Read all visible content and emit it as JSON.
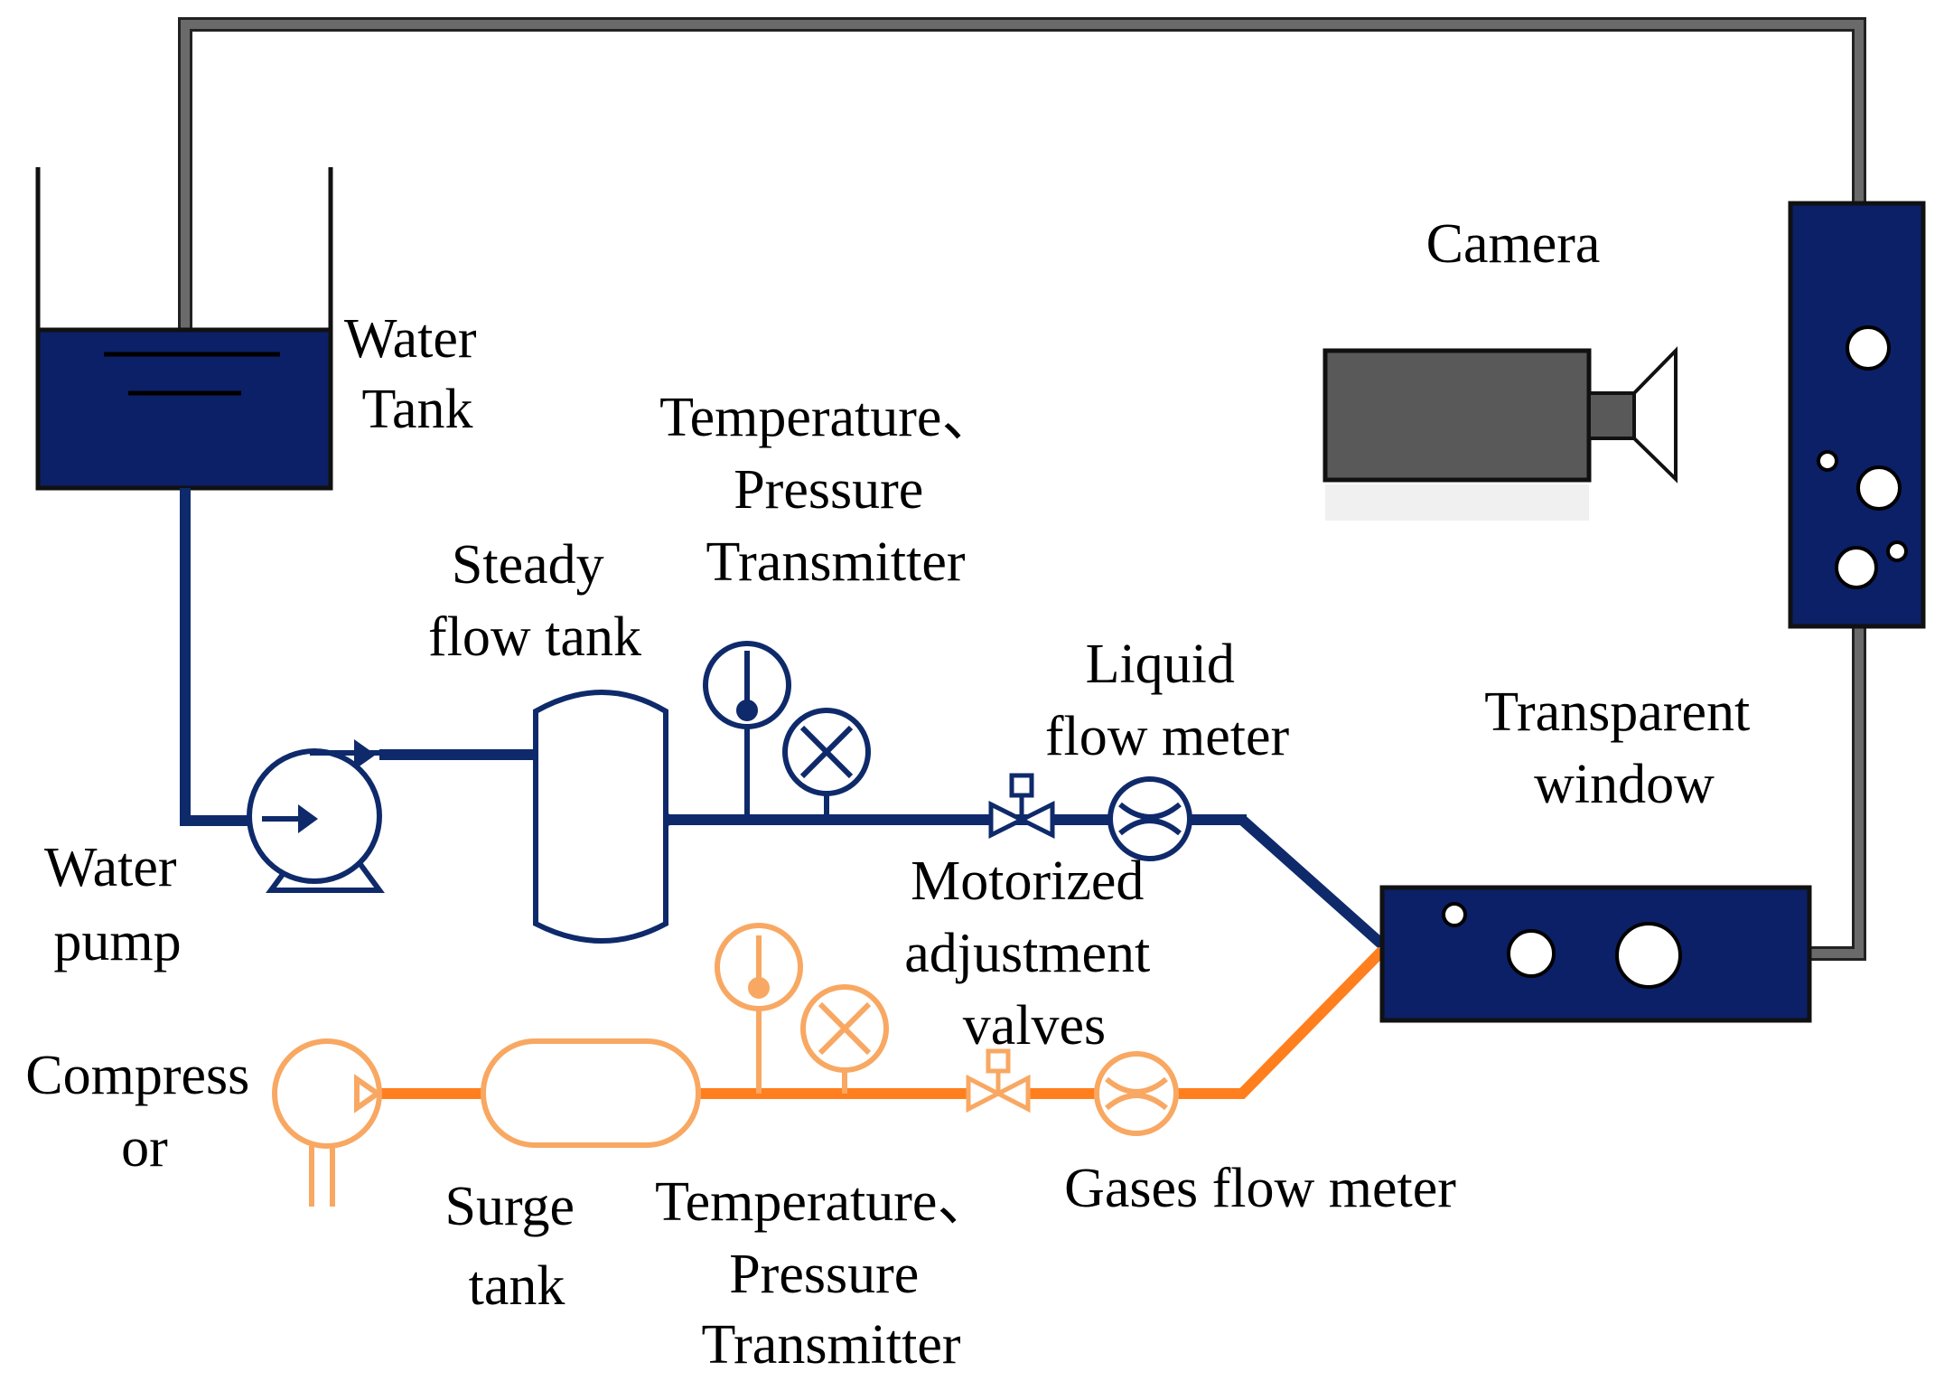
{
  "labels": {
    "water_tank": [
      "Water",
      "Tank"
    ],
    "water_pump": [
      "Water",
      "pump"
    ],
    "steady_flow_tank": [
      "Steady",
      "flow tank"
    ],
    "liquid_tp_transmitter": [
      "Temperature、",
      "Pressure",
      "Transmitter"
    ],
    "liquid_flow_meter": [
      "Liquid",
      "flow meter"
    ],
    "motorized_valves": [
      "Motorized",
      "adjustment",
      "valves"
    ],
    "camera": "Camera",
    "transparent_window": [
      "Transparent",
      "window"
    ],
    "compressor": [
      "Compress",
      "or"
    ],
    "surge_tank": [
      "Surge",
      "tank"
    ],
    "gas_tp_transmitter": [
      "Temperature、",
      "Pressure",
      "Transmitter"
    ],
    "gases_flow_meter": "Gases flow meter"
  },
  "colors": {
    "liquid_line": "#0f2a6b",
    "gas_line": "#ff7f1e",
    "gas_equipment": "#f8a862",
    "return_pipe": "#555555",
    "tank_fill": "#0b2066",
    "camera_body": "#595959",
    "window_fill": "#0b2066"
  }
}
